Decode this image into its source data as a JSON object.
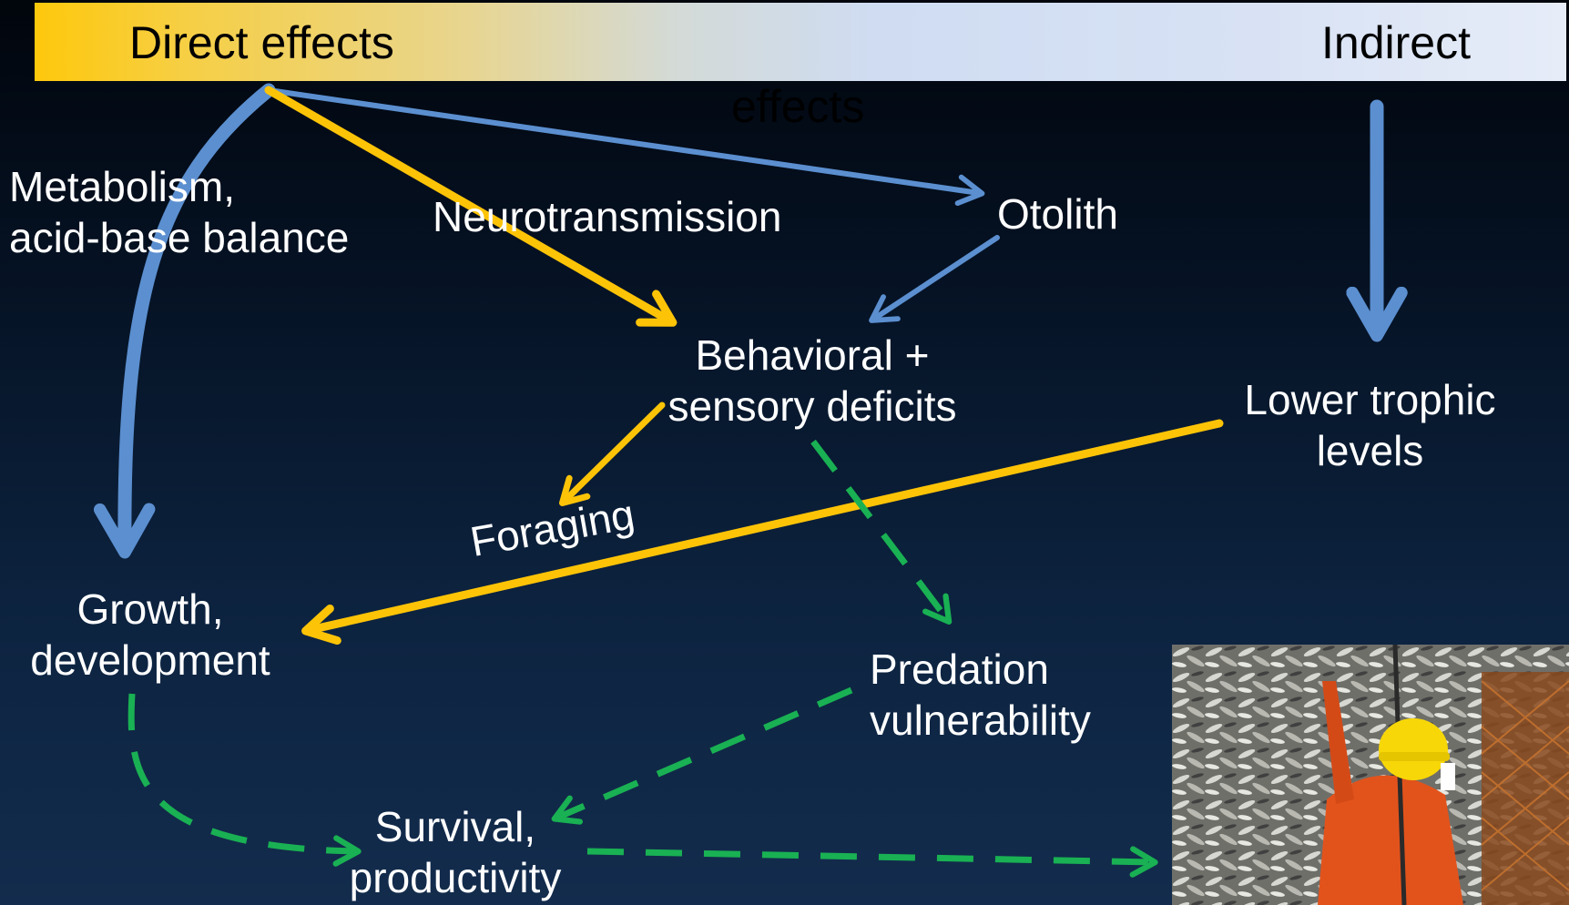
{
  "banner": {
    "direct_label": "Direct effects",
    "indirect_label": "Indirect",
    "indirect_overflow": "effects"
  },
  "nodes": {
    "metabolism": "Metabolism,\nacid-base balance",
    "neurotransmission": "Neurotransmission",
    "otolith": "Otolith",
    "behavioral": "Behavioral +\nsensory deficits",
    "lower_trophic": "Lower trophic\nlevels",
    "foraging": "Foraging",
    "growth": "Growth,\ndevelopment",
    "predation": "Predation\nvulnerability",
    "survival": "Survival,\nproductivity"
  },
  "colors": {
    "blue_arrow": "#5b8fd0",
    "yellow_arrow": "#fdc407",
    "green_arrow": "#19b153",
    "banner_start": "#fec80c",
    "banner_end": "#e6ecf8"
  },
  "photo": {
    "description_icon": "fishery-photo-icon"
  }
}
